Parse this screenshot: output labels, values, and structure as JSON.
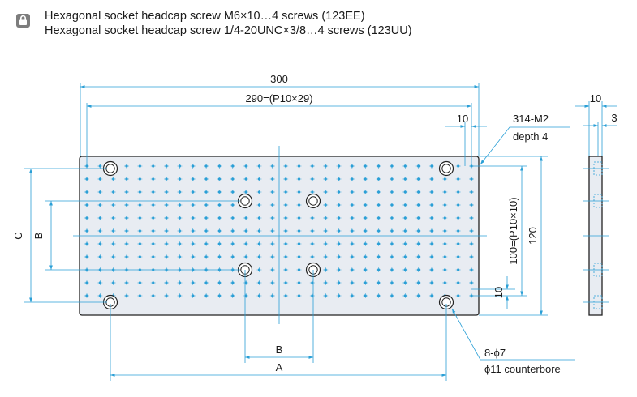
{
  "header": {
    "icon": "lock-icon",
    "line1": "Hexagonal socket headcap screw M6×10…4 screws (123EE)",
    "line2": "Hexagonal socket headcap screw 1/4-20UNC×3/8…4 screws (123UU)"
  },
  "dimensions": {
    "overall_length": "300",
    "pitch_length": "290=(P10×29)",
    "edge_offset_top": "10",
    "tapped_holes_count": "314-M2",
    "tapped_holes_depth": "depth 4",
    "pitch_width": "100=(P10×10)",
    "overall_width": "120",
    "edge_offset_bottom": "10",
    "side_thickness": "10",
    "side_counterbore_depth": "3",
    "dim_C": "C",
    "dim_B_vertical": "B",
    "dim_B_horizontal": "B",
    "dim_A": "A",
    "mount_holes_count": "8-ϕ7",
    "mount_holes_counterbore": "ϕ11 counterbore"
  },
  "colors": {
    "plate_fill": "#e8ecf2",
    "outline": "#222222",
    "dimension_line": "#2a9fd6",
    "hole": "#2a9fd6",
    "text": "#1a1a1a",
    "icon_bg": "#7d7d7d"
  },
  "grid": {
    "columns": 30,
    "rows": 11
  }
}
